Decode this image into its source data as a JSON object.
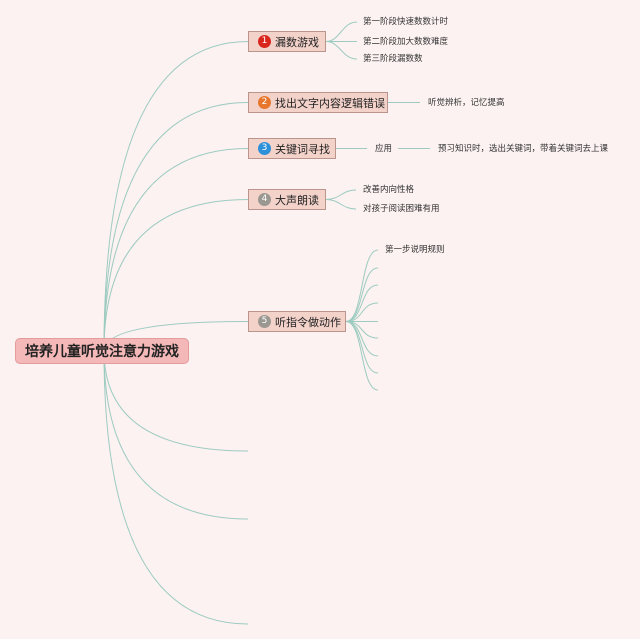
{
  "theme": {
    "background": "#fcf2f2",
    "line": "#9dcbc0",
    "root_fill": "#f5b8b8",
    "root_border": "#e39b9b",
    "node_fill": "#f3d2ca",
    "node_border": "#bb958d",
    "text": "#222222"
  },
  "mindmap": {
    "root": {
      "label": "培养儿童听觉注意力游戏"
    },
    "branches": [
      {
        "badge": "1",
        "badge_color": "#d9261d",
        "label": "漏数游戏",
        "children": [
          {
            "label": "第一阶段快速数数计时"
          },
          {
            "label": "第二阶段加大数数难度"
          },
          {
            "label": "第三阶段漏数数"
          }
        ]
      },
      {
        "badge": "2",
        "badge_color": "#e8762c",
        "label": "找出文字内容逻辑错误",
        "children": [
          {
            "label": "听觉辨析，记忆提高"
          }
        ]
      },
      {
        "badge": "3",
        "badge_color": "#2d90d9",
        "label": "关键词寻找",
        "children": [
          {
            "label": "应用",
            "children": [
              {
                "label": "预习知识时，选出关键词，带着关键词去上课"
              }
            ]
          }
        ]
      },
      {
        "badge": "4",
        "badge_color": "#9b9892",
        "label": "大声朗读",
        "children": [
          {
            "label": "改善内向性格"
          },
          {
            "label": "对孩子阅读困难有用"
          }
        ]
      },
      {
        "badge": "5",
        "badge_color": "#9b9892",
        "label": "听指令做动作",
        "children": [
          {
            "label": "第一步说明规则"
          }
        ]
      }
    ]
  }
}
